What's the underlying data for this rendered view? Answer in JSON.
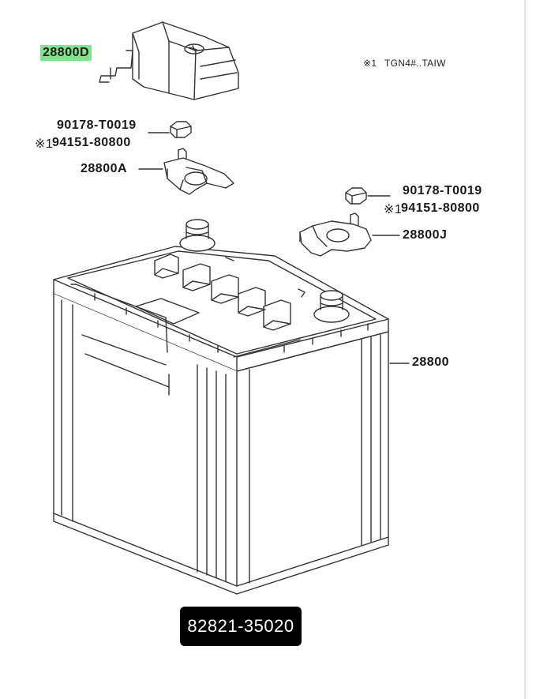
{
  "note": {
    "marker": "※1",
    "text": "TGN4#..TAIW"
  },
  "labels": {
    "cover": "28800D",
    "nut_a": "90178-T0019",
    "nut_a_alt_marker": "※1",
    "nut_a_alt": "94151-80800",
    "clamp_a": "28800A",
    "nut_j": "90178-T0019",
    "nut_j_alt_marker": "※1",
    "nut_j_alt": "94151-80800",
    "clamp_j": "28800J",
    "battery": "28800"
  },
  "part_number_badge": "82821-35020",
  "colors": {
    "highlight": "#7ee58a",
    "line": "#333333",
    "badge_bg": "#000000",
    "badge_text": "#ffffff"
  }
}
